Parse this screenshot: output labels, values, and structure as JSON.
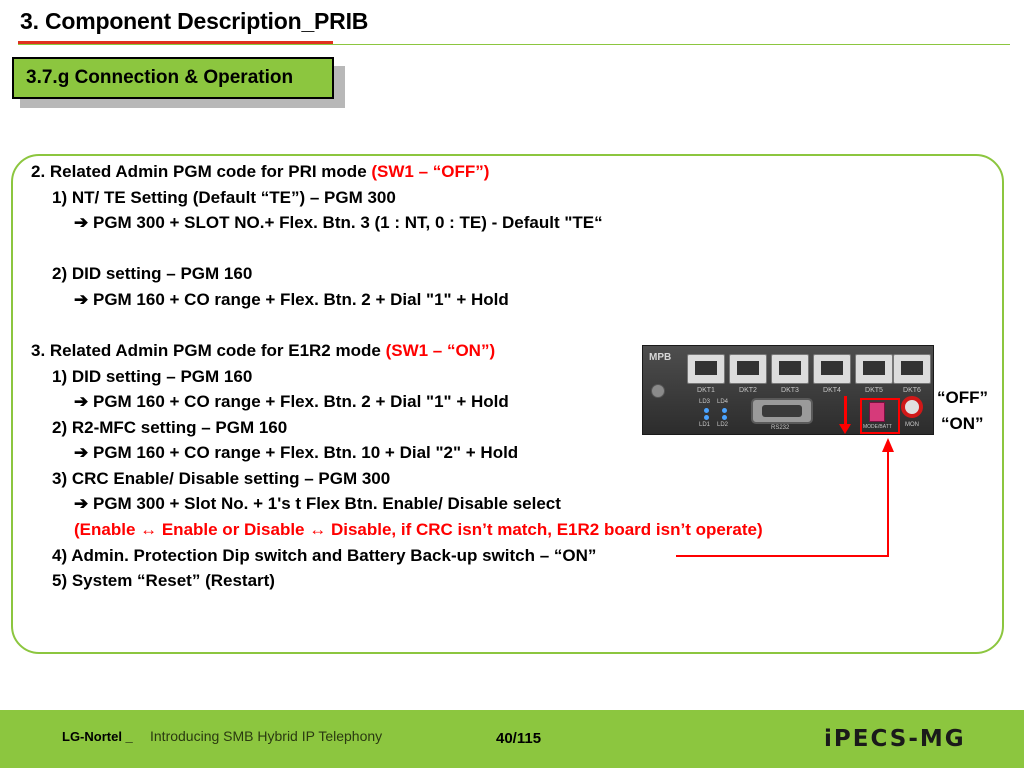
{
  "header": {
    "title": "3. Component Description_PRIB",
    "section_label": "3.7.g  Connection & Operation"
  },
  "content": {
    "pri_heading": "2. Related Admin PGM code for PRI mode ",
    "pri_heading_sw": "(SW1 – “OFF”)",
    "pri_item1": "1) NT/ TE Setting (Default “TE”) – PGM 300",
    "pri_item1_detail": "PGM 300 + SLOT NO.+ Flex. Btn. 3 (1 : NT, 0 : TE) - Default \"TE“",
    "pri_item2": "2) DID setting – PGM 160",
    "pri_item2_detail": "PGM 160 + CO range + Flex. Btn. 2 + Dial \"1\" + Hold",
    "e1r2_heading": "3. Related Admin PGM code for E1R2 mode ",
    "e1r2_heading_sw": "(SW1 – “ON”)",
    "e1r2_item1": "1) DID setting – PGM 160",
    "e1r2_item1_detail": "PGM 160 + CO range + Flex. Btn. 2 + Dial \"1\" + Hold",
    "e1r2_item2": "2) R2-MFC setting – PGM 160",
    "e1r2_item2_detail": "PGM 160 + CO range + Flex. Btn. 10 + Dial \"2\" + Hold",
    "e1r2_item3": "3) CRC Enable/ Disable setting – PGM 300",
    "e1r2_item3_detail": "PGM 300 + Slot No. + 1's t Flex Btn. Enable/ Disable select",
    "e1r2_item3_note": "(Enable ↔ Enable or Disable ↔ Disable, if CRC isn’t match, E1R2 board isn’t operate)",
    "e1r2_item4": "4) Admin. Protection Dip switch and Battery Back-up switch – “ON”",
    "e1r2_item5": "5) System “Reset” (Restart)",
    "arrow_glyph": "➔"
  },
  "device": {
    "label": "MPB",
    "ports": [
      "DKT1",
      "DKT2",
      "DKT3",
      "DKT4",
      "DKT5",
      "DKT6"
    ],
    "leds": [
      "LD3",
      "LD4",
      "LD1",
      "LD2"
    ],
    "connector_label": "RS232",
    "dip_label": "MODE/BATT",
    "mon_label": "MON",
    "switch_off": "“OFF”",
    "switch_on": "“ON”"
  },
  "footer": {
    "company": "LG-Nortel _",
    "tagline": "Introducing SMB Hybrid IP Telephony",
    "page": "40/115",
    "logo": "iPECS-MG"
  },
  "colors": {
    "accent_green": "#8cc63f",
    "accent_red": "#ff0000",
    "title_red": "#e0301e"
  }
}
